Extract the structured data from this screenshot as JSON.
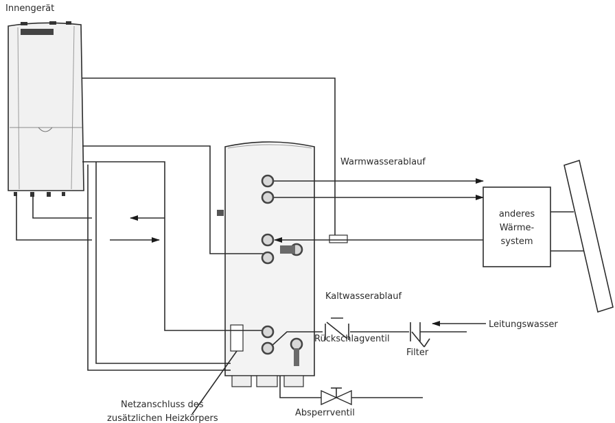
{
  "labels": {
    "indoor_unit": "Innengerät",
    "hot_water_outlet": "Warmwasserablauf",
    "other_system_line1": "anderes",
    "other_system_line2": "Wärme-",
    "other_system_line3": "system",
    "cold_water_outlet": "Kaltwasserablauf",
    "check_valve": "Rückschlagventil",
    "filter": "Filter",
    "mains_water": "Leitungswasser",
    "power_connection_line1": "Netzanschluss des",
    "power_connection_line2": "zusätzlichen Heizkörpers",
    "shutoff_valve": "Absperrventil"
  },
  "colors": {
    "line": "#2b2b2b",
    "unit_fill": "#f1f1f1",
    "tank_fill": "#f3f3f3",
    "connector": "#6a6a6a"
  }
}
